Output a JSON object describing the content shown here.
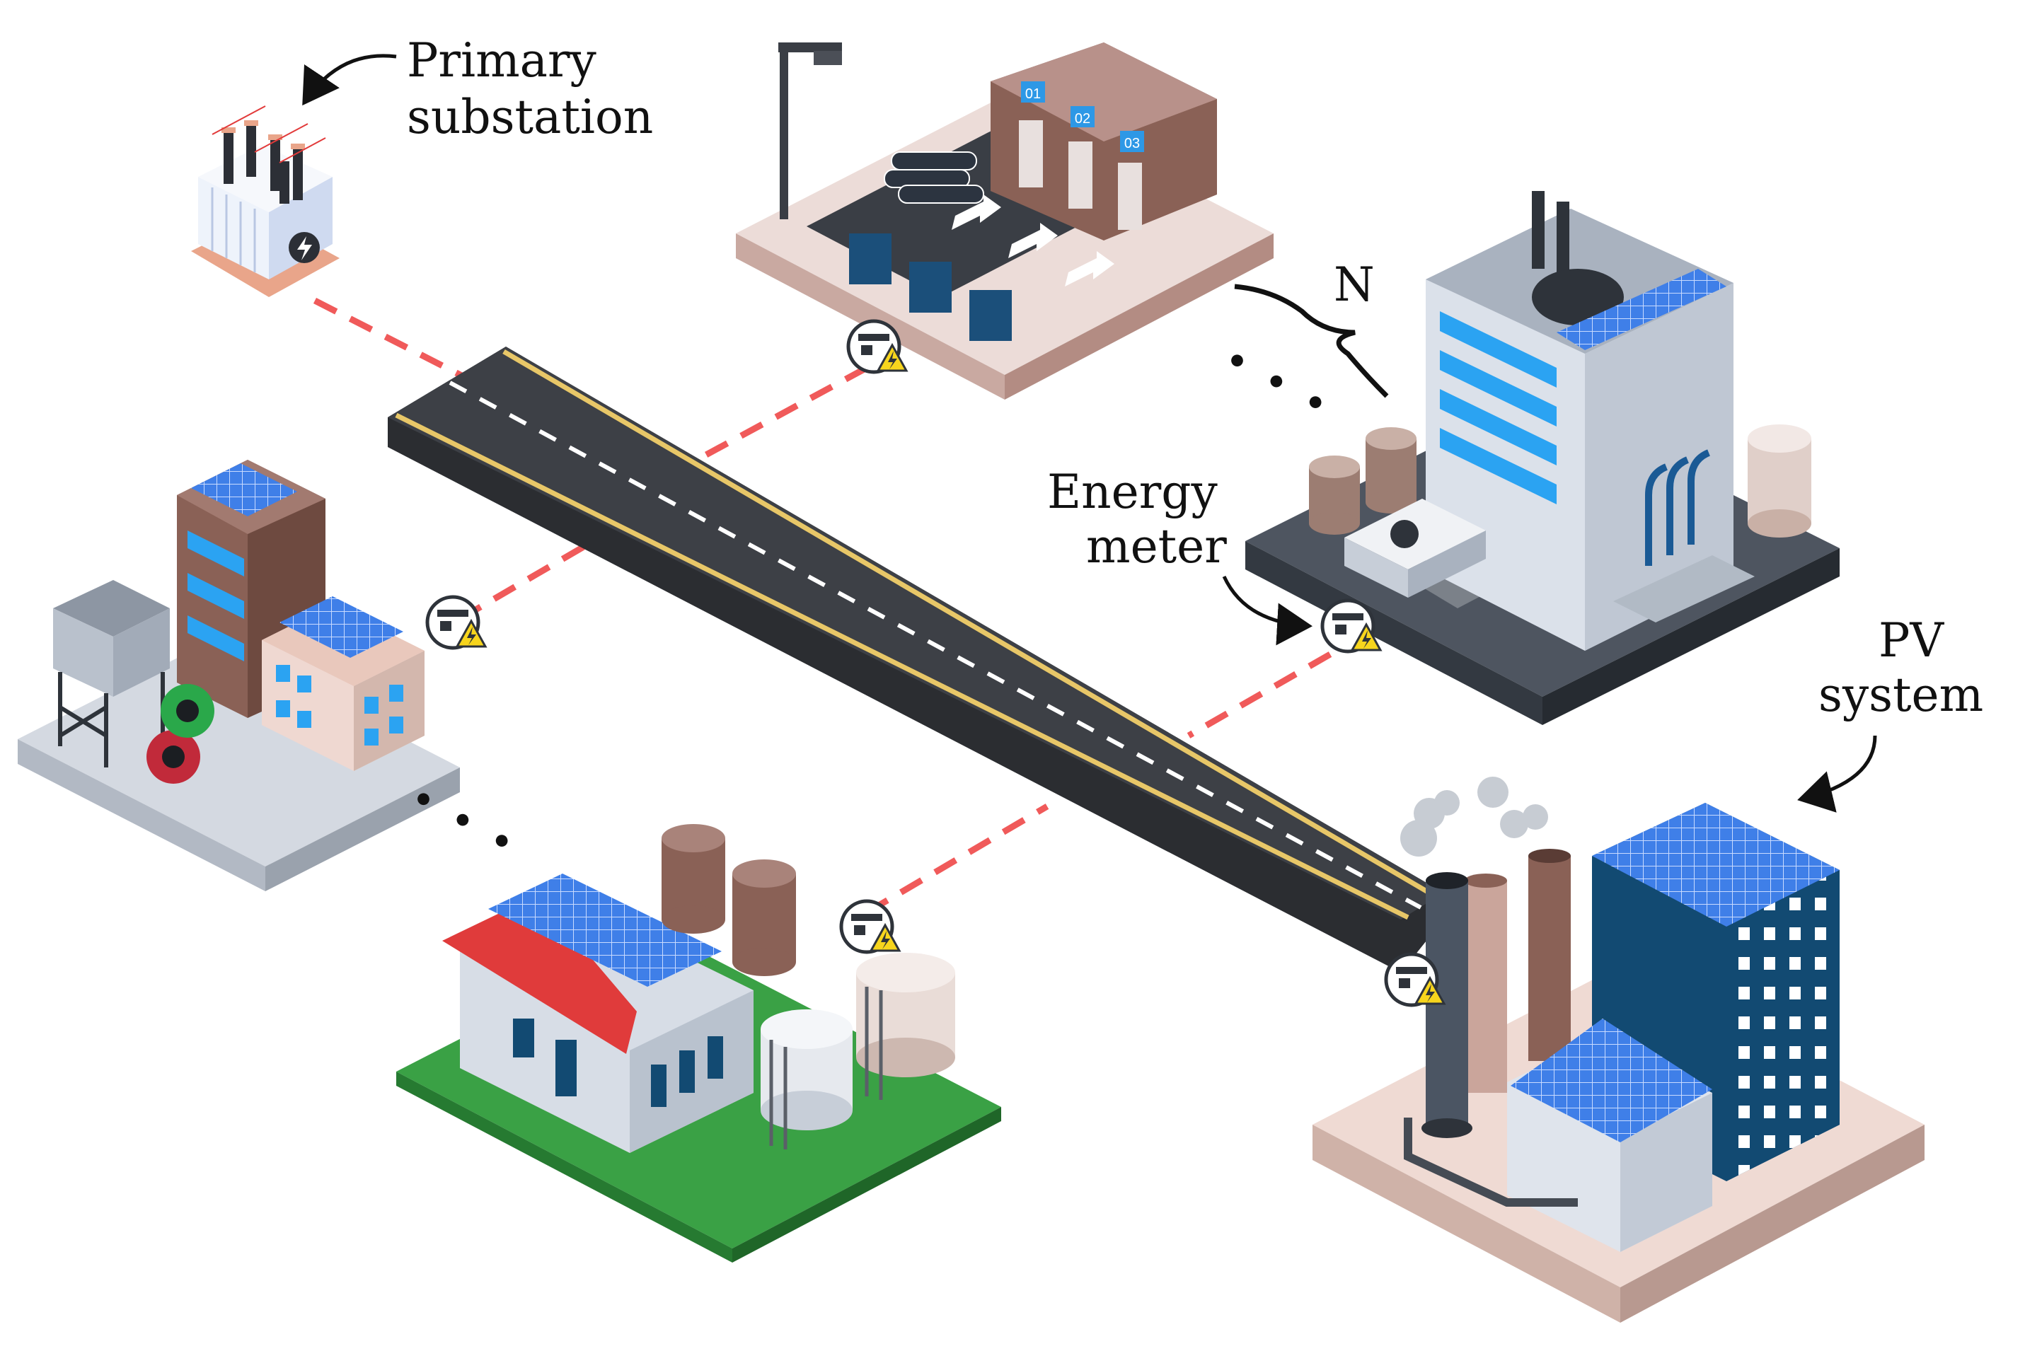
{
  "labels": {
    "primary_substation_line1": "Primary",
    "primary_substation_line2": "substation",
    "energy_meter_line1": "Energy",
    "energy_meter_line2": "meter",
    "pv_system_line1": "PV",
    "pv_system_line2": "system",
    "n_label": "N",
    "ellipsis_right": "· · ·",
    "ellipsis_left": "· · ·"
  },
  "warehouse_doors": [
    "01",
    "02",
    "03"
  ],
  "colors": {
    "feeder_line": "#f05a5a",
    "road": "#3d4046",
    "road_edge": "#e8c768",
    "solar_panel": "#3f7fe8",
    "grass": "#3aa145",
    "navy_building": "#124a72",
    "brick_brown": "#8a6156",
    "warning_yellow": "#f7d51d"
  }
}
